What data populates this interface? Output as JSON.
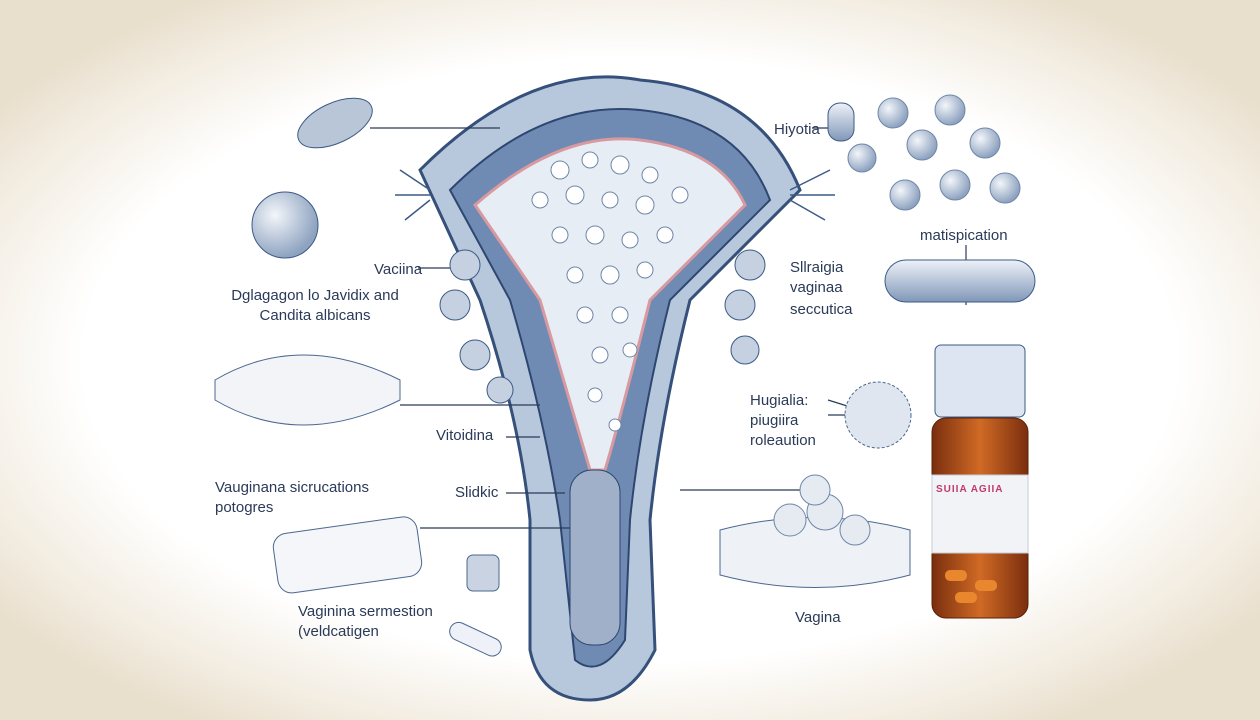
{
  "labels": {
    "hiyotia": "Hiyotia",
    "vaciina": "Vaciina",
    "candida_line1": "Dglagagon lo Javidix and",
    "candida_line2": "Candita albicans",
    "matispication": "matispication",
    "capsule_line1": "Sllraigia",
    "capsule_line2": "vaginaa",
    "capsule_line3": "seccutica",
    "vitoidina": "Vitoidina",
    "hugialia_line1": "Hugialia:",
    "hugialia_line2": "piugiira",
    "hugialia_line3": "roleaution",
    "vauginana_line1": "Vauginana sicrucations",
    "vauginana_line2": "potogres",
    "slidkic": "Slidkic",
    "sermestion_line1": "Vaginina sermestion",
    "sermestion_line2": "(veldcatigen",
    "vagina": "Vagina"
  },
  "bottle": {
    "label": "SUIIA AGIIA"
  },
  "colors": {
    "ink": "#2a3a58",
    "tissue": "#5f7fa8",
    "bottle": "#b4521c",
    "cream": "#e9dfcd"
  }
}
